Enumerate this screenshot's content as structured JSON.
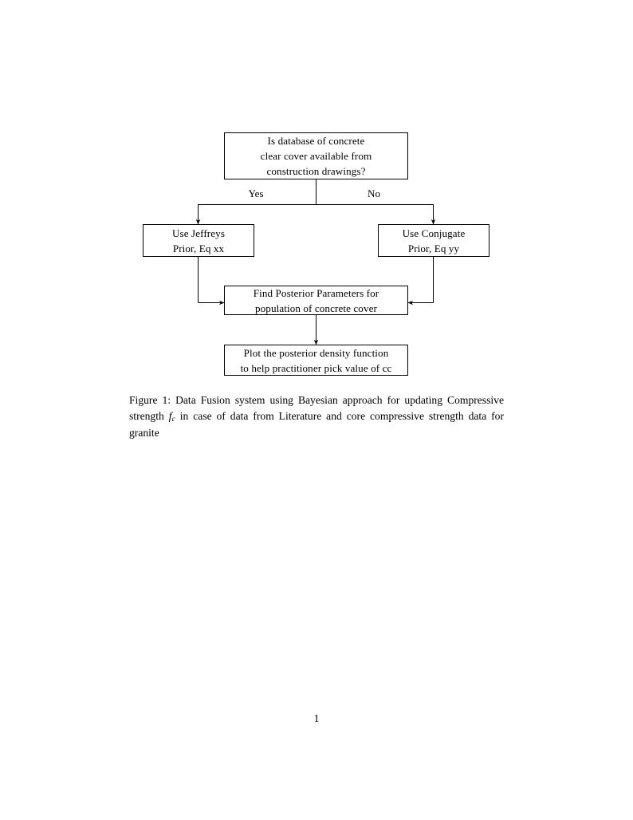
{
  "document": {
    "page_number": "1"
  },
  "figure": {
    "nodes": {
      "decision": {
        "name": "decision-database-available",
        "lines": [
          "Is database of concrete",
          "clear cover available from",
          "construction drawings?"
        ]
      },
      "jeffreys": {
        "name": "use-jeffreys-prior",
        "lines": [
          "Use Jeffreys",
          "Prior, Eq xx"
        ]
      },
      "conjugate": {
        "name": "use-conjugate-prior",
        "lines": [
          "Use Conjugate",
          "Prior, Eq yy"
        ]
      },
      "posterior": {
        "name": "find-posterior-parameters",
        "lines": [
          "Find Posterior Parameters for",
          "population of concrete cover"
        ]
      },
      "plot": {
        "name": "plot-posterior-density",
        "lines": [
          "Plot the posterior density function",
          "to help practitioner pick value of cc"
        ]
      }
    },
    "edge_labels": {
      "yes": "Yes",
      "no": "No"
    },
    "stroke_color": "#000000"
  },
  "caption": {
    "label": "Figure 1:",
    "text_part_1": "Data Fusion system using Bayesian approach for updating Compressive strength",
    "symbol_base": "f",
    "symbol_sub": "c",
    "text_part_2": "in case of data from Literature and core compressive strength data for granite"
  }
}
